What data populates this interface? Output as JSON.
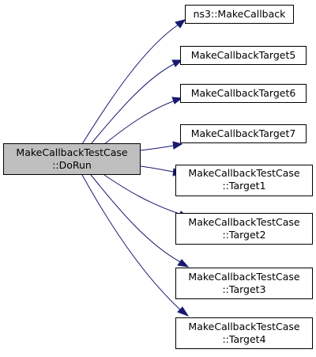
{
  "diagram": {
    "type": "call-graph",
    "edge_color": "#191970",
    "root_fill": "#bfbfbf",
    "root": {
      "id": "root",
      "lines": [
        "MakeCallbackTestCase",
        "::DoRun"
      ]
    },
    "callees": [
      {
        "id": "ns3-makecallback",
        "lines": [
          "ns3::MakeCallback"
        ]
      },
      {
        "id": "makecallbacktarget5",
        "lines": [
          "MakeCallbackTarget5"
        ]
      },
      {
        "id": "makecallbacktarget6",
        "lines": [
          "MakeCallbackTarget6"
        ]
      },
      {
        "id": "makecallbacktarget7",
        "lines": [
          "MakeCallbackTarget7"
        ]
      },
      {
        "id": "target1",
        "lines": [
          "MakeCallbackTestCase",
          "::Target1"
        ]
      },
      {
        "id": "target2",
        "lines": [
          "MakeCallbackTestCase",
          "::Target2"
        ]
      },
      {
        "id": "target3",
        "lines": [
          "MakeCallbackTestCase",
          "::Target3"
        ]
      },
      {
        "id": "target4",
        "lines": [
          "MakeCallbackTestCase",
          "::Target4"
        ]
      }
    ]
  }
}
